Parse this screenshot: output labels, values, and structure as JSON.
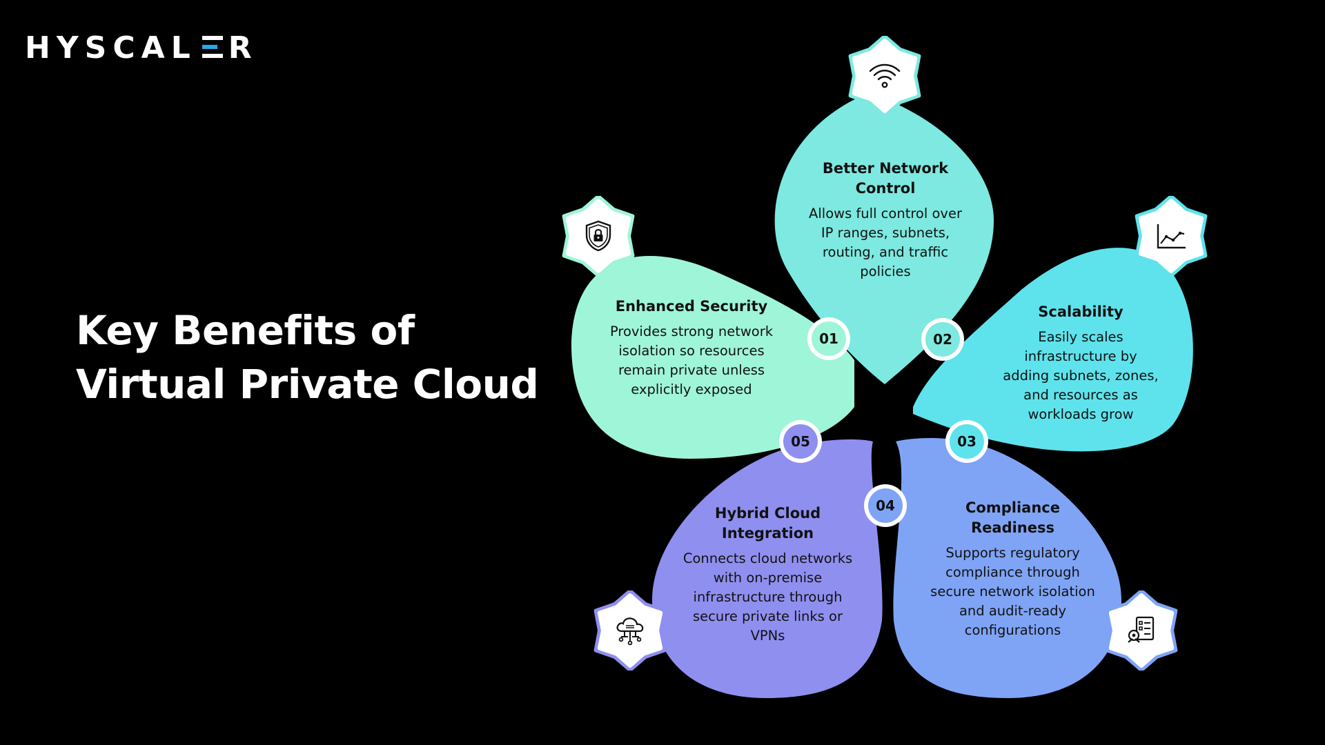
{
  "brand": {
    "name_left": "HYSCAL",
    "name_right": "R",
    "accent_color": "#29a8e6"
  },
  "heading": {
    "line1": "Key Benefits of",
    "line2": "Virtual Private Cloud"
  },
  "benefits": [
    {
      "number": "01",
      "title_line1": "Enhanced Security",
      "title_line2": "",
      "description": "Provides strong network isolation so resources remain private unless explicitly exposed",
      "color": "#9ff5d8",
      "icon": "shield-lock-icon"
    },
    {
      "number": "02",
      "title_line1": "Better Network",
      "title_line2": "Control",
      "description": "Allows full control over IP ranges, subnets, routing, and traffic policies",
      "color": "#7de9e0",
      "icon": "wifi-icon"
    },
    {
      "number": "03",
      "title_line1": "Scalability",
      "title_line2": "",
      "description": "Easily scales infrastructure by adding subnets, zones, and resources as workloads grow",
      "color": "#5ee3ec",
      "icon": "line-chart-icon"
    },
    {
      "number": "04",
      "title_line1": "Compliance",
      "title_line2": "Readiness",
      "description": "Supports regulatory compliance through secure network isolation and audit-ready configurations",
      "color": "#7fa4f6",
      "icon": "checklist-gear-icon"
    },
    {
      "number": "05",
      "title_line1": "Hybrid Cloud",
      "title_line2": "Integration",
      "description": "Connects cloud networks with on-premise infrastructure through secure private links or VPNs",
      "color": "#8f8ff0",
      "icon": "cloud-network-icon"
    }
  ]
}
